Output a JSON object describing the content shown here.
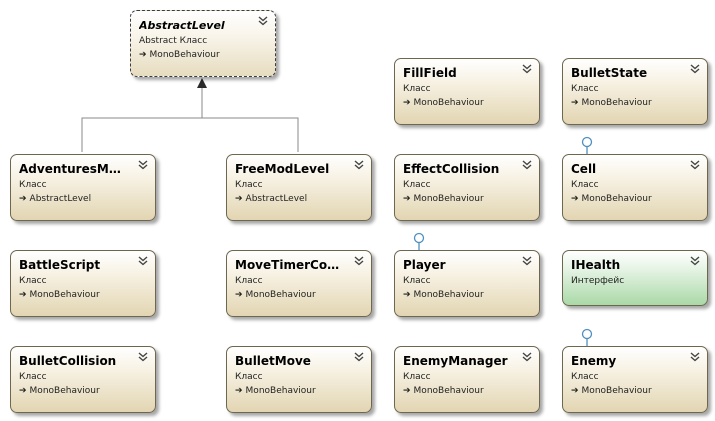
{
  "diagram": {
    "kind_label_class": "Класс",
    "kind_label_abstract": "Abstract Класс",
    "kind_label_interface": "Интерфейс",
    "classes": [
      {
        "id": "abstract-level",
        "name": "AbstractLevel",
        "kind": "Abstract Класс",
        "base": "MonoBehaviour",
        "type": "abstract"
      },
      {
        "id": "fill-field",
        "name": "FillField",
        "kind": "Класс",
        "base": "MonoBehaviour",
        "type": "class"
      },
      {
        "id": "bullet-state",
        "name": "BulletState",
        "kind": "Класс",
        "base": "MonoBehaviour",
        "type": "class"
      },
      {
        "id": "adventures-mod",
        "name": "AdventuresMod...",
        "kind": "Класс",
        "base": "AbstractLevel",
        "type": "class"
      },
      {
        "id": "free-mod-level",
        "name": "FreeModLevel",
        "kind": "Класс",
        "base": "AbstractLevel",
        "type": "class"
      },
      {
        "id": "effect-collision",
        "name": "EffectCollision",
        "kind": "Класс",
        "base": "MonoBehaviour",
        "type": "class"
      },
      {
        "id": "cell",
        "name": "Cell",
        "kind": "Класс",
        "base": "MonoBehaviour",
        "type": "class",
        "lollipop": true
      },
      {
        "id": "battle-script",
        "name": "BattleScript",
        "kind": "Класс",
        "base": "MonoBehaviour",
        "type": "class"
      },
      {
        "id": "move-timer-cont",
        "name": "MoveTimerCont...",
        "kind": "Класс",
        "base": "MonoBehaviour",
        "type": "class"
      },
      {
        "id": "player",
        "name": "Player",
        "kind": "Класс",
        "base": "MonoBehaviour",
        "type": "class",
        "lollipop": true
      },
      {
        "id": "ihealth",
        "name": "IHealth",
        "kind": "Интерфейс",
        "base": "",
        "type": "interface"
      },
      {
        "id": "bullet-collision",
        "name": "BulletCollision",
        "kind": "Класс",
        "base": "MonoBehaviour",
        "type": "class"
      },
      {
        "id": "bullet-move",
        "name": "BulletMove",
        "kind": "Класс",
        "base": "MonoBehaviour",
        "type": "class"
      },
      {
        "id": "enemy-manager",
        "name": "EnemyManager",
        "kind": "Класс",
        "base": "MonoBehaviour",
        "type": "class"
      },
      {
        "id": "enemy",
        "name": "Enemy",
        "kind": "Класс",
        "base": "MonoBehaviour",
        "type": "class",
        "lollipop": true
      }
    ]
  },
  "colors": {
    "class_fill": "#e2d5b2",
    "interface_fill": "#aad9a7",
    "border": "#6e6750",
    "connector": "#8a8a8a",
    "lollipop": "#4f8fc0"
  },
  "icons": {
    "collapse": "double-chevron-down-icon",
    "inherits": "right-arrow-icon"
  }
}
